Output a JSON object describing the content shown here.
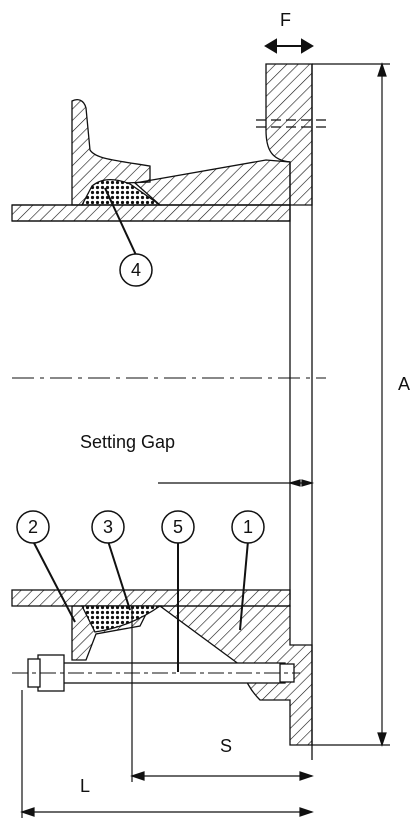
{
  "labels": {
    "F": "F",
    "A": "A",
    "S": "S",
    "L": "L",
    "setting_gap": "Setting Gap"
  },
  "callouts": [
    "1",
    "2",
    "3",
    "4",
    "5"
  ],
  "colors": {
    "line": "#111111",
    "background": "#ffffff"
  }
}
